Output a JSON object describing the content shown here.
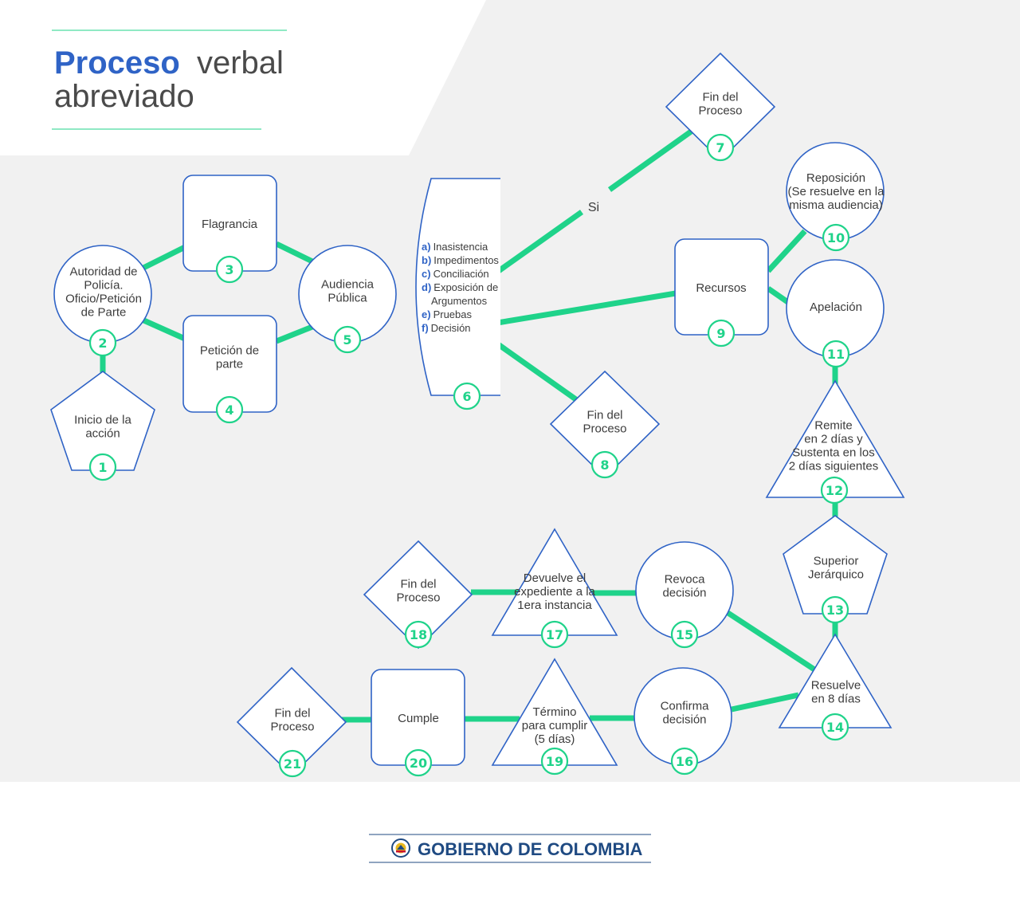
{
  "title": {
    "accent": "Proceso",
    "rest_line1": "verbal",
    "line2": "abreviado"
  },
  "nodes": [
    {
      "id": "1",
      "label": [
        "Inicio de la",
        "acción"
      ]
    },
    {
      "id": "2",
      "label": [
        "Autoridad  de",
        "Policía.",
        "Oficio/Petición",
        "de Parte"
      ]
    },
    {
      "id": "3",
      "label": [
        "Flagrancia"
      ]
    },
    {
      "id": "4",
      "label": [
        "Petición de",
        "parte"
      ]
    },
    {
      "id": "5",
      "label": [
        "Audiencia",
        "Pública"
      ]
    },
    {
      "id": "6",
      "items": [
        {
          "letter": "a)",
          "text": "Inasistencia"
        },
        {
          "letter": "b)",
          "text": "Impedimentos"
        },
        {
          "letter": "c)",
          "text": "Conciliación"
        },
        {
          "letter": "d)",
          "text": "Exposición de"
        },
        {
          "letter": "",
          "text": "Argumentos"
        },
        {
          "letter": "e)",
          "text": "Pruebas"
        },
        {
          "letter": "f)",
          "text": "Decisión"
        }
      ]
    },
    {
      "id": "7",
      "label": [
        "Fin del",
        "Proceso"
      ]
    },
    {
      "id": "8",
      "label": [
        "Fin del",
        "Proceso"
      ]
    },
    {
      "id": "9",
      "label": [
        "Recursos"
      ]
    },
    {
      "id": "10",
      "label": [
        "Reposición",
        "(Se resuelve en la",
        "misma audiencia)"
      ]
    },
    {
      "id": "11",
      "label": [
        "Apelación"
      ]
    },
    {
      "id": "12",
      "label": [
        "Remite",
        "en 2 días  y",
        "Sustenta en los",
        "2 días siguientes"
      ]
    },
    {
      "id": "13",
      "label": [
        "Superior",
        "Jerárquico"
      ]
    },
    {
      "id": "14",
      "label": [
        "Resuelve",
        "en 8 días"
      ]
    },
    {
      "id": "15",
      "label": [
        "Revoca",
        "decisión"
      ]
    },
    {
      "id": "16",
      "label": [
        "Confirma",
        "decisión"
      ]
    },
    {
      "id": "17",
      "label": [
        "Devuelve el",
        "expediente a la",
        "1era instancia"
      ]
    },
    {
      "id": "18",
      "label": [
        "Fin del",
        "Proceso"
      ]
    },
    {
      "id": "19",
      "label": [
        "Término",
        "para cumplir",
        "(5 días)"
      ]
    },
    {
      "id": "20",
      "label": [
        "Cumple"
      ]
    },
    {
      "id": "21",
      "label": [
        "Fin del",
        "Proceso"
      ]
    }
  ],
  "edge_label": "Si",
  "footer": {
    "text": "GOBIERNO DE COLOMBIA",
    "seal": "coat-of-arms-icon"
  },
  "colors": {
    "accent_blue": "#2f63c6",
    "connector_green": "#1fd38a",
    "panel_gray": "#f1f1f1",
    "footer_blue": "#1f4a82"
  }
}
